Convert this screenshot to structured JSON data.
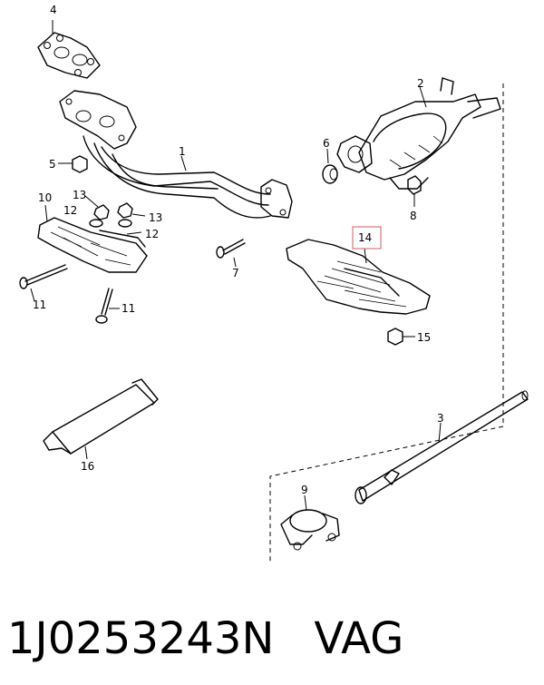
{
  "callouts": [
    "4",
    "2",
    "1",
    "6",
    "5",
    "10",
    "13",
    "12",
    "13",
    "12",
    "8",
    "14",
    "7",
    "11",
    "11",
    "15",
    "3",
    "16",
    "9"
  ],
  "highlight_color": "#e57373",
  "footer": {
    "part_number": "1J0253243N",
    "brand": "VAG"
  }
}
